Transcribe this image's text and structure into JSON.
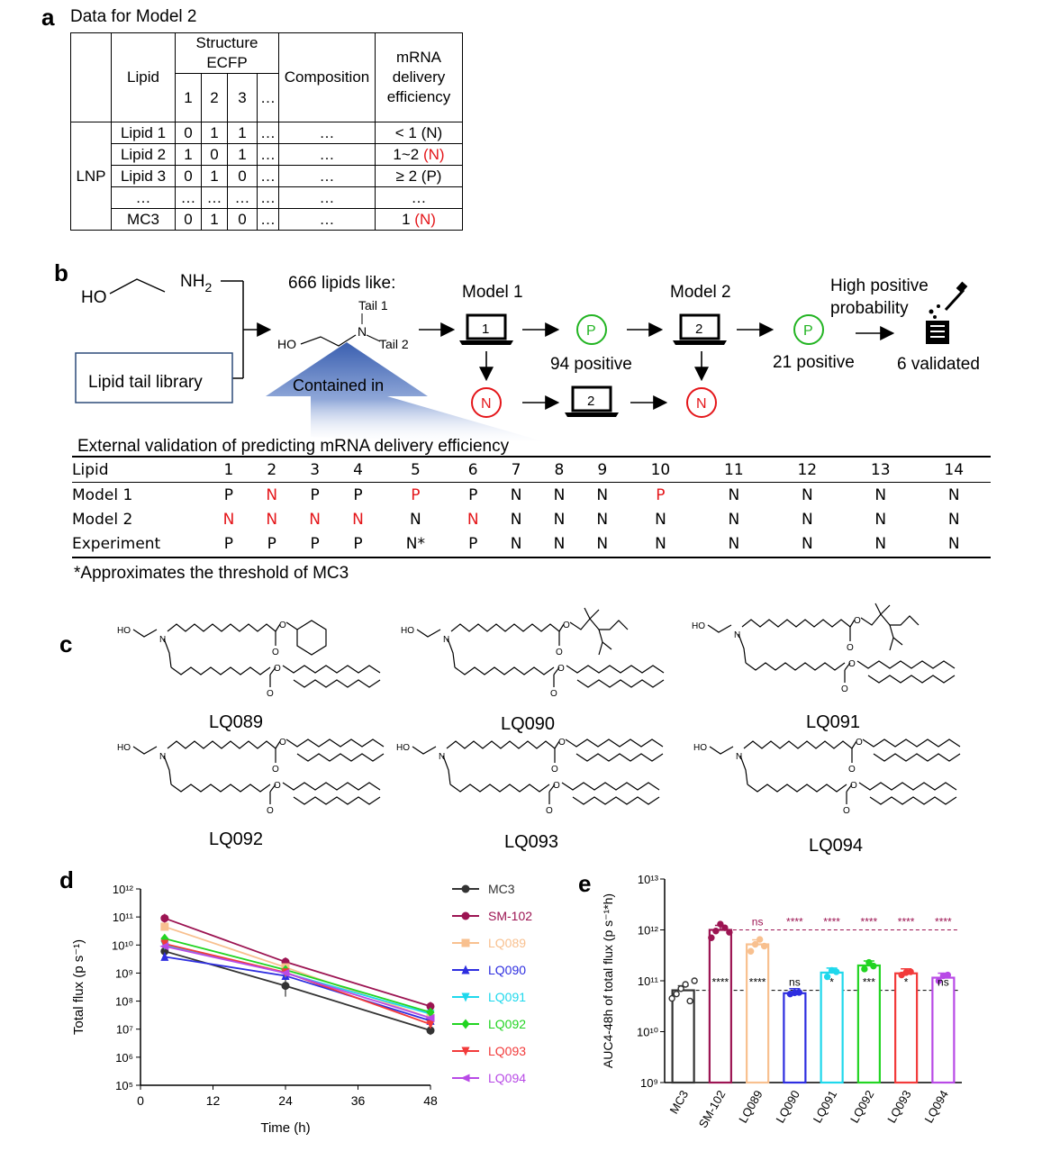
{
  "panel_a": {
    "label": "a",
    "title": "Data for Model 2",
    "headers": {
      "lipid": "Lipid",
      "structure": "Structure ECFP",
      "ecfp_cols": [
        "1",
        "2",
        "3",
        "…"
      ],
      "composition": "Composition",
      "efficiency": [
        "mRNA",
        "delivery",
        "efficiency"
      ]
    },
    "lnp_label": "LNP",
    "rows": [
      {
        "lipid": "Lipid 1",
        "bits": [
          "0",
          "1",
          "1",
          "…"
        ],
        "composition": "…",
        "eff_main": "< 1",
        "eff_tag": "(N)",
        "tag_red": false
      },
      {
        "lipid": "Lipid 2",
        "bits": [
          "1",
          "0",
          "1",
          "…"
        ],
        "composition": "…",
        "eff_main": "1~2",
        "eff_tag": "(N)",
        "tag_red": true
      },
      {
        "lipid": "Lipid 3",
        "bits": [
          "0",
          "1",
          "0",
          "…"
        ],
        "composition": "…",
        "eff_main": "≥ 2",
        "eff_tag": "(P)",
        "tag_red": false
      },
      {
        "lipid": "…",
        "bits": [
          "…",
          "…",
          "…",
          "…"
        ],
        "composition": "…",
        "eff_main": "…",
        "eff_tag": "",
        "tag_red": false
      },
      {
        "lipid": "MC3",
        "bits": [
          "0",
          "1",
          "0",
          "…"
        ],
        "composition": "…",
        "eff_main": "1",
        "eff_tag": "(N)",
        "tag_red": true
      }
    ]
  },
  "panel_b": {
    "label": "b",
    "ho": "HO",
    "nh2": "NH",
    "nh2_sub": "2",
    "tail_library": "Lipid tail library",
    "lipids_like": "666 lipids like:",
    "tail1": "Tail 1",
    "tail2": "Tail 2",
    "n_atom": "N",
    "contained_in": "Contained in",
    "model1": "Model 1",
    "model2": "Model 2",
    "laptop1": "1",
    "laptop2": "2",
    "p": "P",
    "n": "N",
    "positive94": "94 positive",
    "positive21": "21 positive",
    "high_prob_1": "High positive",
    "high_prob_2": "probability",
    "validated": "6 validated",
    "ext_title": "External validation of predicting mRNA delivery efficiency",
    "ext_lipid_label": "Lipid",
    "ext_cols": [
      "1",
      "2",
      "3",
      "4",
      "5",
      "6",
      "7",
      "8",
      "9",
      "10",
      "11",
      "12",
      "13",
      "14"
    ],
    "ext_rows": [
      {
        "name": "Model 1",
        "values": [
          "P",
          "N",
          "P",
          "P",
          "P",
          "P",
          "N",
          "N",
          "N",
          "P",
          "N",
          "N",
          "N",
          "N"
        ],
        "red": [
          false,
          true,
          false,
          false,
          true,
          false,
          false,
          false,
          false,
          true,
          false,
          false,
          false,
          false
        ]
      },
      {
        "name": "Model 2",
        "values": [
          "N",
          "N",
          "N",
          "N",
          "N",
          "N",
          "N",
          "N",
          "N",
          "N",
          "N",
          "N",
          "N",
          "N"
        ],
        "red": [
          true,
          true,
          true,
          true,
          false,
          true,
          false,
          false,
          false,
          false,
          false,
          false,
          false,
          false
        ]
      },
      {
        "name": "Experiment",
        "values": [
          "P",
          "P",
          "P",
          "P",
          "N*",
          "P",
          "N",
          "N",
          "N",
          "N",
          "N",
          "N",
          "N",
          "N"
        ],
        "red": [
          false,
          false,
          false,
          false,
          false,
          false,
          false,
          false,
          false,
          false,
          false,
          false,
          false,
          false
        ]
      }
    ],
    "footnote": "*Approximates the threshold of MC3"
  },
  "panel_c": {
    "label": "c",
    "ho": "HO",
    "n_atom": "N",
    "o_atom": "O",
    "names": [
      "LQ089",
      "LQ090",
      "LQ091",
      "LQ092",
      "LQ093",
      "LQ094"
    ]
  },
  "colors": {
    "red": "#e4161a",
    "green": "#22b422",
    "navy": "#2c4a78"
  },
  "chart_data": [
    {
      "id": "d",
      "type": "line",
      "panel_label": "d",
      "ylabel": "Total flux (p s⁻¹)",
      "xlabel": "Time (h)",
      "yscale": "log",
      "ylim": [
        100000,
        1000000000000
      ],
      "xlim": [
        0,
        48
      ],
      "xticks": [
        0,
        12,
        24,
        36,
        48
      ],
      "yticks": [
        "10⁵",
        "10⁶",
        "10⁷",
        "10⁸",
        "10⁹",
        "10¹⁰",
        "10¹¹",
        "10¹²"
      ],
      "x": [
        4,
        24,
        48
      ],
      "legend_position": "right",
      "series": [
        {
          "name": "MC3",
          "color": "#333333",
          "marker": "circle",
          "values": [
            6000000000,
            350000000,
            9000000
          ]
        },
        {
          "name": "SM-102",
          "color": "#9c1452",
          "marker": "circle",
          "values": [
            90000000000,
            2500000000,
            65000000
          ]
        },
        {
          "name": "LQ089",
          "color": "#f8c08f",
          "marker": "square",
          "values": [
            45000000000,
            1600000000,
            25000000
          ]
        },
        {
          "name": "LQ090",
          "color": "#2e2ee0",
          "marker": "triangle-up",
          "values": [
            3800000000,
            800000000,
            20000000
          ]
        },
        {
          "name": "LQ091",
          "color": "#1fd8ec",
          "marker": "triangle-down",
          "values": [
            10000000000,
            1000000000,
            35000000
          ]
        },
        {
          "name": "LQ092",
          "color": "#22d422",
          "marker": "diamond",
          "values": [
            17000000000,
            1300000000,
            40000000
          ]
        },
        {
          "name": "LQ093",
          "color": "#f23a3a",
          "marker": "triangle-down",
          "values": [
            11000000000,
            1050000000,
            15000000
          ]
        },
        {
          "name": "LQ094",
          "color": "#b84ae6",
          "marker": "triangle-left",
          "values": [
            9000000000,
            1000000000,
            25000000
          ]
        }
      ]
    },
    {
      "id": "e",
      "type": "bar",
      "panel_label": "e",
      "ylabel": "AUC4-48h of total flux (p s⁻¹*h)",
      "yscale": "log",
      "ylim": [
        1000000000,
        10000000000000
      ],
      "yticks": [
        "10⁹",
        "10¹⁰",
        "10¹¹",
        "10¹²",
        "10¹³"
      ],
      "categories": [
        "MC3",
        "SM-102",
        "LQ089",
        "LQ090",
        "LQ091",
        "LQ092",
        "LQ093",
        "LQ094"
      ],
      "values": [
        65000000000,
        1000000000000,
        520000000000,
        57000000000,
        145000000000,
        200000000000,
        140000000000,
        115000000000
      ],
      "colors": [
        "#333333",
        "#9c1452",
        "#f8c08f",
        "#2e2ee0",
        "#1fd8ec",
        "#22d422",
        "#f23a3a",
        "#b84ae6"
      ],
      "points": [
        [
          45000000000,
          55000000000,
          70000000000,
          85000000000,
          40000000000,
          100000000000
        ],
        [
          700000000000,
          950000000000,
          1300000000000,
          1100000000000,
          900000000000
        ],
        [
          380000000000,
          520000000000,
          650000000000,
          480000000000
        ],
        [
          55000000000,
          58000000000,
          59000000000
        ],
        [
          120000000000,
          160000000000,
          150000000000
        ],
        [
          170000000000,
          230000000000,
          195000000000
        ],
        [
          130000000000,
          145000000000,
          150000000000
        ],
        [
          100000000000,
          125000000000,
          130000000000
        ]
      ],
      "sig_vs_sm102": [
        "",
        "",
        "ns",
        "****",
        "****",
        "****",
        "****",
        "****"
      ],
      "sig_vs_mc3": [
        "",
        "****",
        "****",
        "ns",
        "*",
        "***",
        "*",
        "ns"
      ],
      "ref_lines": [
        {
          "of": "SM-102",
          "style": "dashed",
          "color": "#9c1452"
        },
        {
          "of": "MC3",
          "style": "dashed",
          "color": "#000000"
        }
      ]
    }
  ]
}
